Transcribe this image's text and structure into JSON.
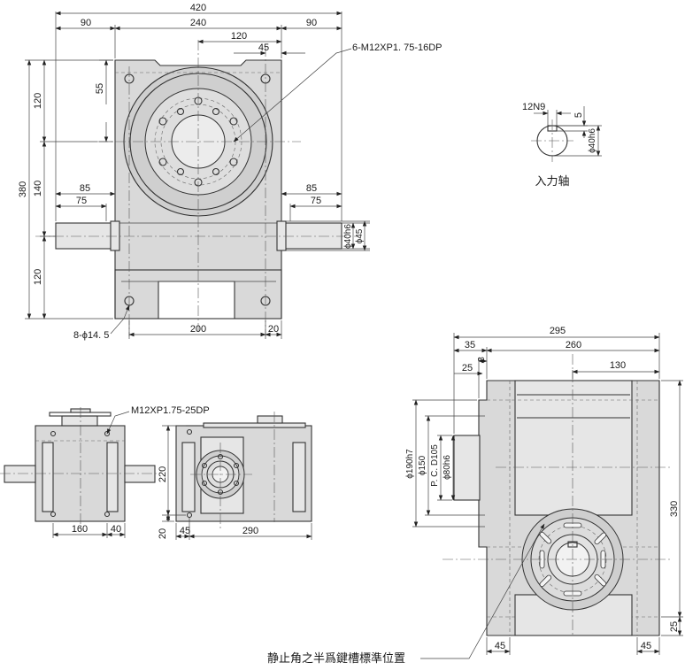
{
  "top_view": {
    "overall_width": "420",
    "left_offset": "90",
    "center_width": "240",
    "right_offset": "90",
    "half_span": "120",
    "hole_offset": "45",
    "flange_thread": "6-M12XP1. 75-16DP",
    "flange_offset": "55",
    "overall_height": "380",
    "upper_height": "120",
    "middle_height": "140",
    "lower_height": "120",
    "shaft_left_outer": "85",
    "shaft_left_inner": "75",
    "shaft_right_outer": "85",
    "shaft_right_inner": "75",
    "shaft_dia": "ϕ40h6",
    "shaft_collar_dia": "ϕ45",
    "mount_holes": "8-ϕ14. 5",
    "hole_span": "200",
    "hole_edge": "20"
  },
  "input_shaft": {
    "keyway_width": "12N9",
    "keyway_depth": "5",
    "diameter": "ϕ40h6",
    "caption": "入力轴"
  },
  "front_view": {
    "thread_label": "M12XP1.75-25DP",
    "base_width": "160",
    "side_offset": "40"
  },
  "side_view": {
    "height": "220",
    "bottom_offset": "20",
    "left_offset": "45",
    "base_length": "290"
  },
  "right_view": {
    "overall_width": "295",
    "left_offset": "35",
    "main_width": "260",
    "half_width": "130",
    "step_a": "25",
    "step_b": "8",
    "dia_a": "ϕ190h7",
    "dia_b": "ϕ150",
    "pcd": "P. C. D105",
    "dia_c": "ϕ80h6",
    "height": "330",
    "bottom_step": "25",
    "left_foot": "45",
    "right_foot": "45",
    "note": "静止角之半爲鍵槽標準位置"
  }
}
